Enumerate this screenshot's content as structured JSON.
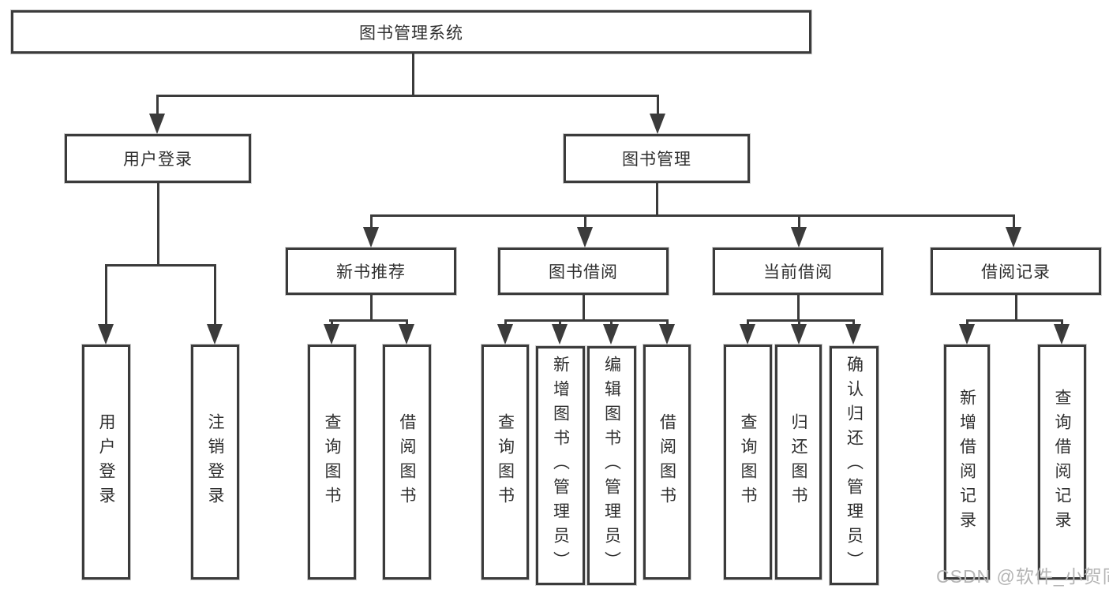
{
  "nodes": {
    "root": {
      "label": "图书管理系统"
    },
    "user_login": {
      "label": "用户登录"
    },
    "book_mgmt": {
      "label": "图书管理"
    },
    "new_book_rec": {
      "label": "新书推荐"
    },
    "book_borrow": {
      "label": "图书借阅"
    },
    "current_borrow": {
      "label": "当前借阅"
    },
    "borrow_record": {
      "label": "借阅记录"
    },
    "leaf_user_login": {
      "label": "用户登录"
    },
    "leaf_logout": {
      "label": "注销登录"
    },
    "nbr_query_book": {
      "label": "查询图书"
    },
    "nbr_borrow_book": {
      "label": "借阅图书"
    },
    "bb_query_book": {
      "label": "查询图书"
    },
    "bb_add_book": {
      "label": "新增图书（管理员）"
    },
    "bb_edit_book": {
      "label": "编辑图书（管理员）"
    },
    "bb_borrow_book": {
      "label": "借阅图书"
    },
    "cb_query_book": {
      "label": "查询图书"
    },
    "cb_return_book": {
      "label": "归还图书"
    },
    "cb_confirm_return": {
      "label": "确认归还（管理员）"
    },
    "br_add_record": {
      "label": "新增借阅记录"
    },
    "br_query_record": {
      "label": "查询借阅记录"
    }
  },
  "hierarchy": {
    "图书管理系统": {
      "用户登录": [
        "用户登录",
        "注销登录"
      ],
      "图书管理": {
        "新书推荐": [
          "查询图书",
          "借阅图书"
        ],
        "图书借阅": [
          "查询图书",
          "新增图书（管理员）",
          "编辑图书（管理员）",
          "借阅图书"
        ],
        "当前借阅": [
          "查询图书",
          "归还图书",
          "确认归还（管理员）"
        ],
        "借阅记录": [
          "新增借阅记录",
          "查询借阅记录"
        ]
      }
    }
  },
  "watermark": "CSDN @软件_小贺同学",
  "colors": {
    "line": "#3b3b3b",
    "text": "#2f2f2f",
    "watermark": "#b5b5b5",
    "background": "#ffffff"
  }
}
